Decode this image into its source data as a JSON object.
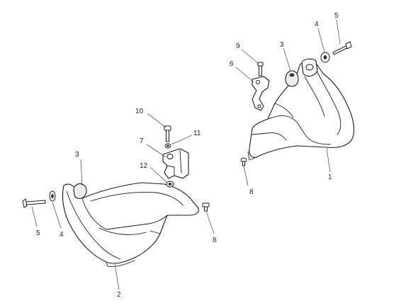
{
  "callouts": {
    "c1": "1",
    "c2": "2",
    "c3_left": "3",
    "c3_right": "3",
    "c4_left": "4",
    "c4_right": "4",
    "c5_left": "5",
    "c5_right": "5",
    "c6": "6",
    "c7": "7",
    "c8_left": "8",
    "c8_right": "8",
    "c9": "9",
    "c10": "10",
    "c11": "11",
    "c12": "12"
  },
  "colors": {
    "line": "#1a1a1a",
    "leader": "#555555",
    "fill": "#ffffff",
    "shade": "#ececec"
  }
}
